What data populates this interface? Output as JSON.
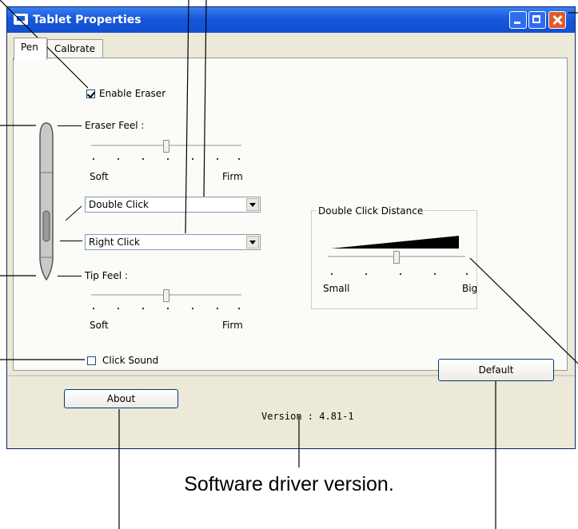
{
  "window": {
    "title": "Tablet Properties"
  },
  "tabs": [
    {
      "label": "Pen"
    },
    {
      "label": "Calbrate"
    }
  ],
  "pen_tab": {
    "enable_eraser": {
      "label": "Enable Eraser",
      "checked": true
    },
    "eraser_feel": {
      "label": "Eraser Feel :",
      "min_label": "Soft",
      "max_label": "Firm",
      "level": 0.5
    },
    "side_switch_upper": {
      "value": "Double Click"
    },
    "side_switch_lower": {
      "value": "Right Click"
    },
    "tip_feel": {
      "label": "Tip Feel :",
      "min_label": "Soft",
      "max_label": "Firm",
      "level": 0.5
    },
    "click_sound": {
      "label": "Click Sound",
      "checked": false
    },
    "double_click_distance": {
      "title": "Double Click Distance",
      "min_label": "Small",
      "max_label": "Big",
      "level": 0.5
    },
    "default_button": "Default"
  },
  "footer": {
    "about_button": "About",
    "version": "Version : 4.81-1"
  },
  "annotation": "Software driver version.",
  "colors": {
    "titlebar": "#1757d9",
    "face": "#ece9d8",
    "panel": "#fbfbf7"
  }
}
